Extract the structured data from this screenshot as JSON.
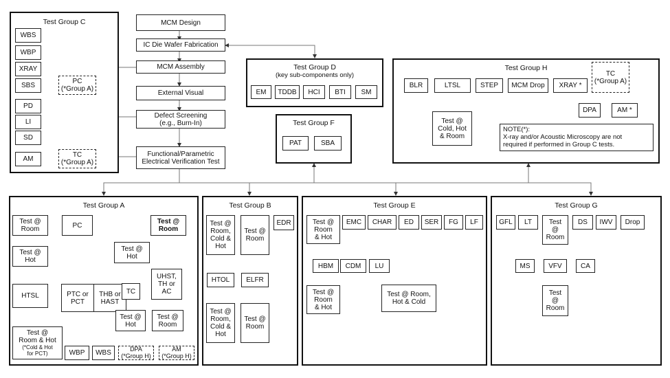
{
  "main_flow": {
    "mcm_design": "MCM Design",
    "ic_die": "IC Die Wafer Fabrication",
    "mcm_assembly": "MCM Assembly",
    "external_visual": "External Visual",
    "defect_screening": "Defect Screening\n(e.g., Burn-In)",
    "functional_test": "Functional/Parametric\nElectrical Verification Test"
  },
  "group_c": {
    "title": "Test Group C",
    "wbs": "WBS",
    "wbp": "WBP",
    "xray": "XRAY",
    "sbs": "SBS",
    "pc": "PC\n(*Group A)",
    "pd": "PD",
    "li": "LI",
    "sd": "SD",
    "am": "AM",
    "tc": "TC\n(*Group A)"
  },
  "group_d": {
    "title": "Test Group D",
    "subtitle": "(key sub-components only)",
    "items": [
      "EM",
      "TDDB",
      "HCI",
      "BTI",
      "SM"
    ]
  },
  "group_f": {
    "title": "Test Group F",
    "items": [
      "PAT",
      "SBA"
    ]
  },
  "group_h": {
    "title": "Test Group H",
    "items": [
      "BLR",
      "LTSL",
      "STEP",
      "MCM Drop",
      "XRAY *"
    ],
    "tc": "TC\n(*Group A)",
    "dpa": "DPA",
    "am": "AM *",
    "test_cold": "Test @\nCold, Hot\n& Room",
    "note": "NOTE(*):\nX-ray and/or Acoustic Microscopy are not\nrequired if performed in Group C tests."
  },
  "group_a": {
    "title": "Test Group A",
    "test_room_1": "Test @\nRoom",
    "pc": "PC",
    "test_room_2": "Test @\nRoom",
    "test_hot_1": "Test @\nHot",
    "test_hot_2": "Test @\nHot",
    "htsl": "HTSL",
    "ptc": "PTC or\nPCT",
    "thb": "THB or\nHAST",
    "tc": "TC",
    "uhst": "UHST,\nTH or\nAC",
    "test_hot_3": "Test @\nHot",
    "test_room_3": "Test @\nRoom",
    "test_room_hot": "Test @\nRoom & Hot",
    "test_room_hot_note": "(*Cold & Hot\nfor PCT)",
    "wbp": "WBP",
    "wbs": "WBS",
    "dpa": "DPA\n(*Group H)",
    "am": "AM\n(*Group H)"
  },
  "group_b": {
    "title": "Test Group B",
    "test_rch": "Test @\nRoom,\nCold &\nHot",
    "test_room": "Test @\nRoom",
    "edr": "EDR",
    "htol": "HTOL",
    "elfr": "ELFR",
    "test_rch_2": "Test @\nRoom,\nCold &\nHot",
    "test_room_2": "Test @\nRoom"
  },
  "group_e": {
    "title": "Test Group E",
    "test_rh": "Test @\nRoom\n& Hot",
    "items": [
      "EMC",
      "CHAR",
      "ED",
      "SER",
      "FG",
      "LF"
    ],
    "hbm": "HBM",
    "cdm": "CDM",
    "lu": "LU",
    "test_rh_2": "Test @\nRoom\n& Hot",
    "test_rhc": "Test @ Room,\nHot & Cold"
  },
  "group_g": {
    "title": "Test Group G",
    "gfl": "GFL",
    "lt": "LT",
    "test_room": "Test\n@\nRoom",
    "ds": "DS",
    "iwv": "IWV",
    "drop": "Drop",
    "ms": "MS",
    "vfv": "VFV",
    "ca": "CA",
    "test_room_2": "Test\n@\nRoom"
  }
}
